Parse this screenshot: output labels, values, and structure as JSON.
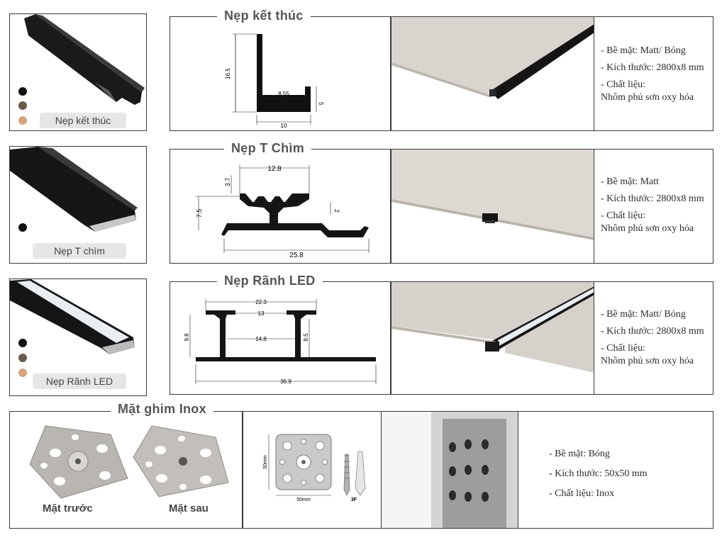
{
  "rows": [
    {
      "product_label": "Nẹp kết thúc",
      "drawing_title": "Nẹp kết thúc",
      "dims": {
        "h": "16.5",
        "inner": "8.55",
        "lip": "5",
        "base": "10"
      },
      "swatches": [
        "#111111",
        "#6b5a48",
        "#d6a37a"
      ],
      "specs": {
        "surface": "- Bề mặt: Matt/ Bóng",
        "size": "- Kích thước: 2800x8 mm",
        "material_label": "- Chất liệu:",
        "material_value": "Nhôm phủ sơn oxy hóa"
      }
    },
    {
      "product_label": "Nẹp T chìm",
      "drawing_title": "Nẹp T Chìm",
      "dims": {
        "top": "12.8",
        "h1": "3.7",
        "h2": "7.5",
        "step": "2",
        "base": "25.8"
      },
      "swatches": [
        "#111111"
      ],
      "specs": {
        "surface": "- Bề mặt: Matt",
        "size": "- Kích thước: 2800x8 mm",
        "material_label": "- Chất liệu:",
        "material_value": "Nhôm phủ sơn oxy hóa"
      }
    },
    {
      "product_label": "Nẹp Rãnh LED",
      "drawing_title": "Nẹp Rãnh LED",
      "dims": {
        "top": "22.3",
        "inner": "13",
        "mid": "14.8",
        "h": "9.8",
        "h2": "8.5",
        "base": "36.9"
      },
      "swatches": [
        "#111111",
        "#6b5a48",
        "#d6a37a"
      ],
      "specs": {
        "surface": "- Bề mặt: Matt/ Bóng",
        "size": "- Kích thước: 2800x8 mm",
        "material_label": "- Chất liệu:",
        "material_value": "Nhôm phủ sơn oxy hóa"
      }
    }
  ],
  "clip": {
    "title": "Mặt ghim Inox",
    "front_label": "Mặt trước",
    "back_label": "Mặt sau",
    "dim_w": "50mm",
    "dim_h": "50mm",
    "screw_label": "3F",
    "specs": {
      "surface": "- Bề mặt: Bóng",
      "size": "- Kích thước: 50x50 mm",
      "material": "- Chất liệu: Inox"
    }
  },
  "colors": {
    "black": "#111111",
    "bronze": "#6b5a48",
    "rose_gold": "#d6a37a",
    "panel": "#d9d4ce"
  }
}
